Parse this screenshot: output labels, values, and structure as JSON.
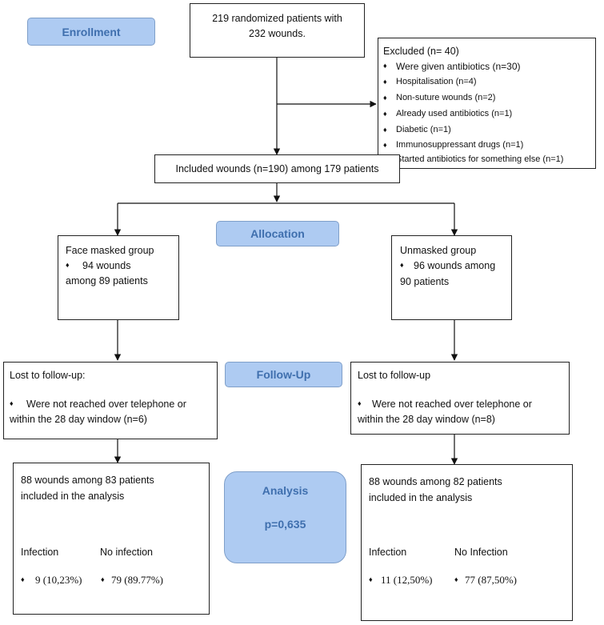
{
  "stages": {
    "enrollment": "Enrollment",
    "allocation": "Allocation",
    "follow_up": "Follow-Up",
    "analysis": "Analysis",
    "p_value": "p=0,635"
  },
  "bullet": "♦",
  "randomized": {
    "line1": "219 randomized patients with",
    "line2": "232 wounds."
  },
  "excluded": {
    "title": "Excluded  (n= 40)",
    "items": [
      "Were given antibiotics (n=30)",
      "Hospitalisation (n=4)",
      "Non-suture wounds (n=2)",
      "Already used antibiotics (n=1)",
      "Diabetic (n=1)",
      "Immunosuppressant drugs (n=1)",
      "Started antibiotics for something else (n=1)"
    ]
  },
  "included": "Included wounds (n=190) among 179 patients",
  "masked": {
    "title": "Face masked group",
    "line1": "94 wounds",
    "line2": "among 89 patients"
  },
  "unmasked": {
    "title": "Unmasked group",
    "line1": "96 wounds among",
    "line2": "90 patients"
  },
  "lost_left": {
    "title": "Lost to follow-up:",
    "line1": "Were not reached over telephone or",
    "line2": "within the 28 day window (n=6)"
  },
  "lost_right": {
    "title": "Lost to follow-up",
    "line1": "Were not reached over telephone or",
    "line2": "within the 28 day window (n=8)"
  },
  "analysis_left": {
    "line1": "88 wounds among 83 patients",
    "line2": "included in the analysis",
    "col1_label": "Infection",
    "col2_label": "No infection",
    "col1_value": "9 (10,23%)",
    "col2_value": "79 (89.77%)"
  },
  "analysis_right": {
    "line1": "88 wounds among 82 patients",
    "line2": "included in the analysis",
    "col1_label": "Infection",
    "col2_label": "No Infection",
    "col1_value": "11 (12,50%)",
    "col2_value": "77 (87,50%)"
  }
}
